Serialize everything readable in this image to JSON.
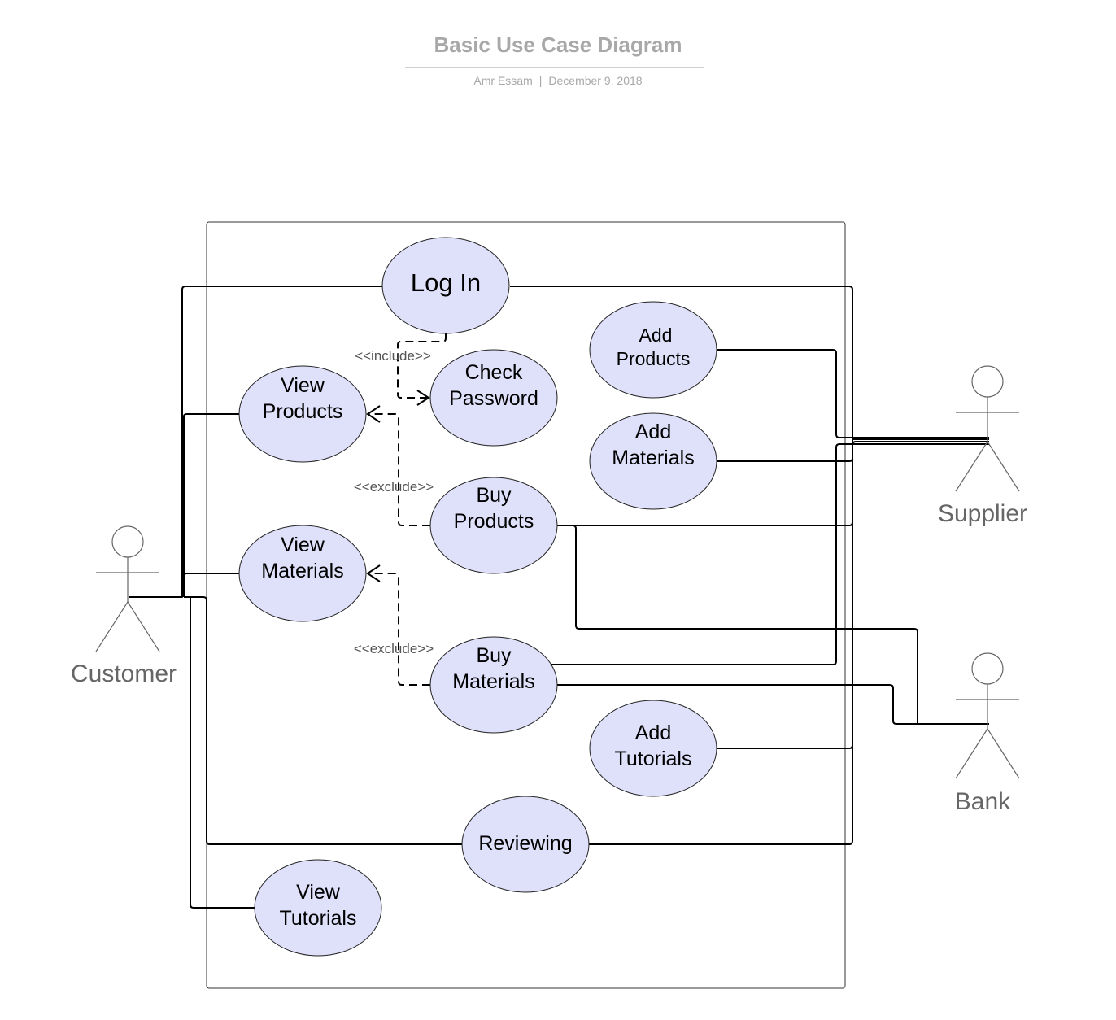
{
  "header": {
    "title": "Basic Use Case Diagram",
    "author": "Amr Essam",
    "separator": "|",
    "date": "December 9, 2018"
  },
  "actors": {
    "customer": "Customer",
    "supplier": "Supplier",
    "bank": "Bank"
  },
  "use_cases": {
    "log_in": "Log In",
    "check_password": [
      "Check",
      "Password"
    ],
    "view_products": [
      "View",
      "Products"
    ],
    "add_products": [
      "Add",
      "Products"
    ],
    "add_materials": [
      "Add",
      "Materials"
    ],
    "buy_products": [
      "Buy",
      "Products"
    ],
    "view_materials": [
      "View",
      "Materials"
    ],
    "buy_materials": [
      "Buy",
      "Materials"
    ],
    "add_tutorials": [
      "Add",
      "Tutorials"
    ],
    "reviewing": "Reviewing",
    "view_tutorials": [
      "View",
      "Tutorials"
    ]
  },
  "relations": {
    "include": "<<include>>",
    "exclude_1": "<<exclude>>",
    "exclude_2": "<<exclude>>"
  },
  "colors": {
    "use_case_fill": "#dfe0fa",
    "header_text": "#a8a8a8",
    "actor": "#666666"
  }
}
